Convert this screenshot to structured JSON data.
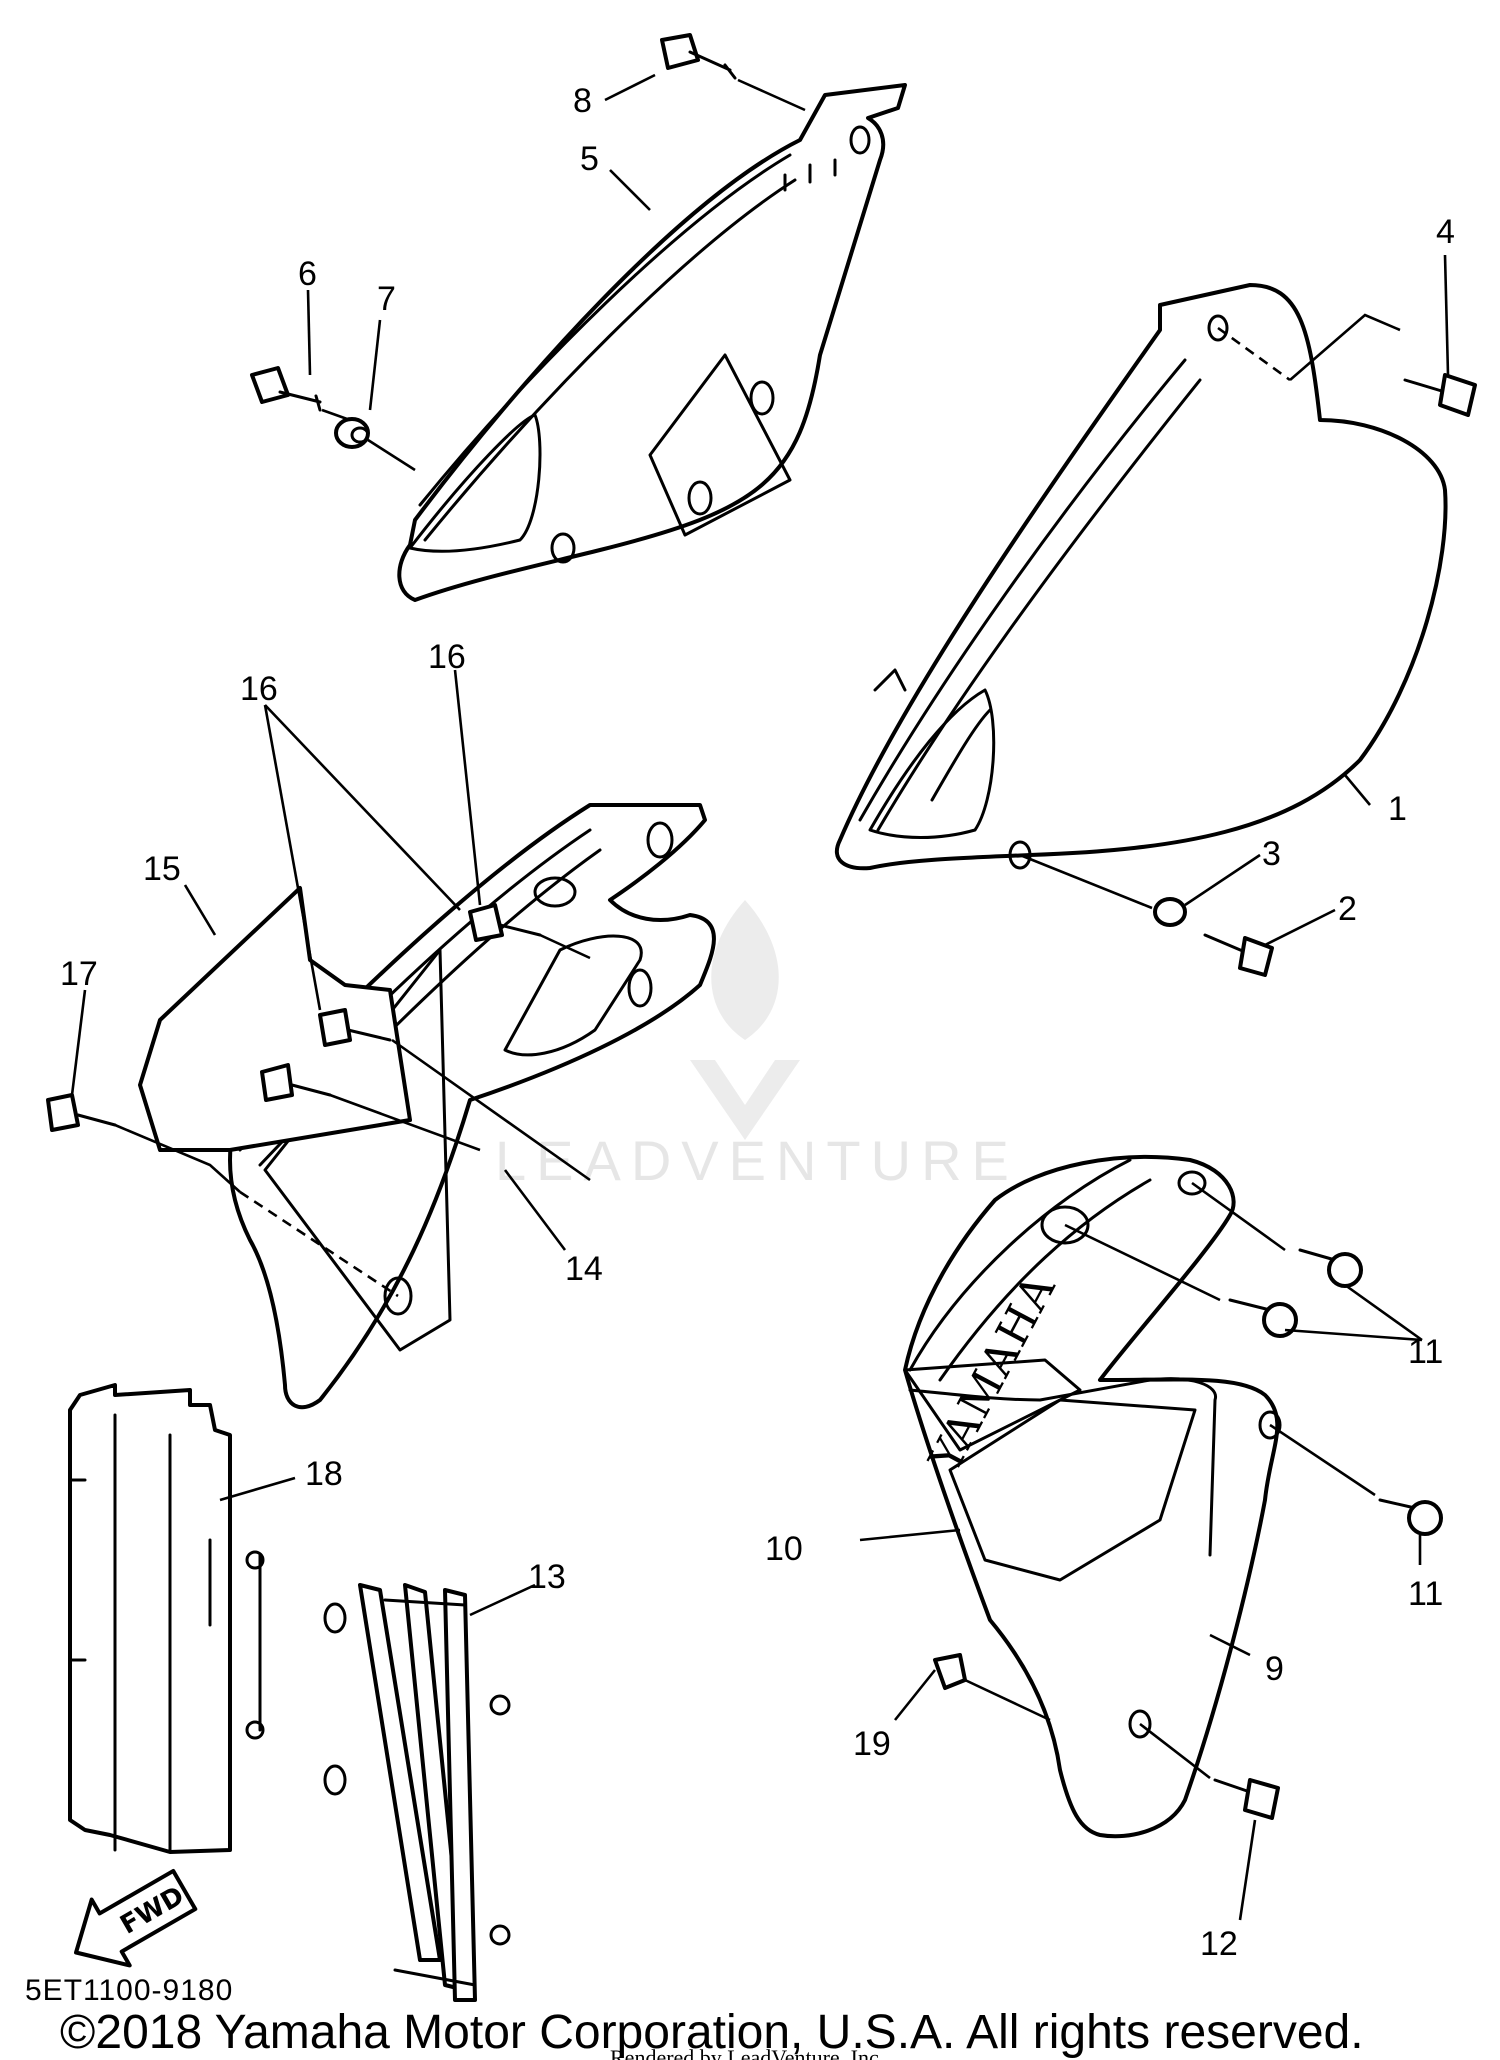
{
  "diagram_code": "5ET1100-9180",
  "copyright": "©2018 Yamaha Motor Corporation, U.S.A. All rights reserved.",
  "rendered_by": "Rendered by LeadVenture, Inc.",
  "watermark_text": "LEADVENTURE",
  "brand_mark": "YAMAHA",
  "direction_label": "FWD",
  "callouts": {
    "c1": "1",
    "c2": "2",
    "c3": "3",
    "c4": "4",
    "c5": "5",
    "c6": "6",
    "c7": "7",
    "c8": "8",
    "c9": "9",
    "c10": "10",
    "c11a": "11",
    "c11b": "11",
    "c12": "12",
    "c13": "13",
    "c14": "14",
    "c15": "15",
    "c16a": "16",
    "c16b": "16",
    "c17": "17",
    "c18": "18",
    "c19": "19"
  }
}
